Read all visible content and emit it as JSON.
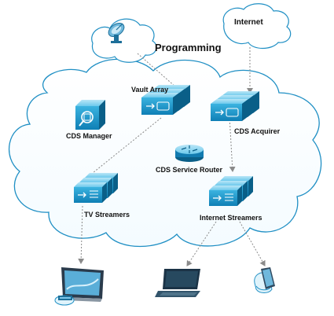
{
  "labels": {
    "programming": "Programming",
    "internet": "Internet",
    "vault_array": "Vault Array",
    "cds_manager": "CDS Manager",
    "cds_acquirer": "CDS Acquirer",
    "cds_service_router": "CDS Service Router",
    "tv_streamers": "TV Streamers",
    "internet_streamers": "Internet Streamers"
  },
  "colors": {
    "cloud_stroke": "#1f8fc4",
    "device_blue": "#1593c8",
    "device_dark": "#0c6f9e",
    "connector": "#8a8a8a",
    "text": "#111111"
  },
  "icons": [
    "satellite-dish-icon",
    "server-stack-icon",
    "manager-icon",
    "router-icon",
    "television-icon",
    "laptop-icon",
    "handheld-phone-icon"
  ]
}
